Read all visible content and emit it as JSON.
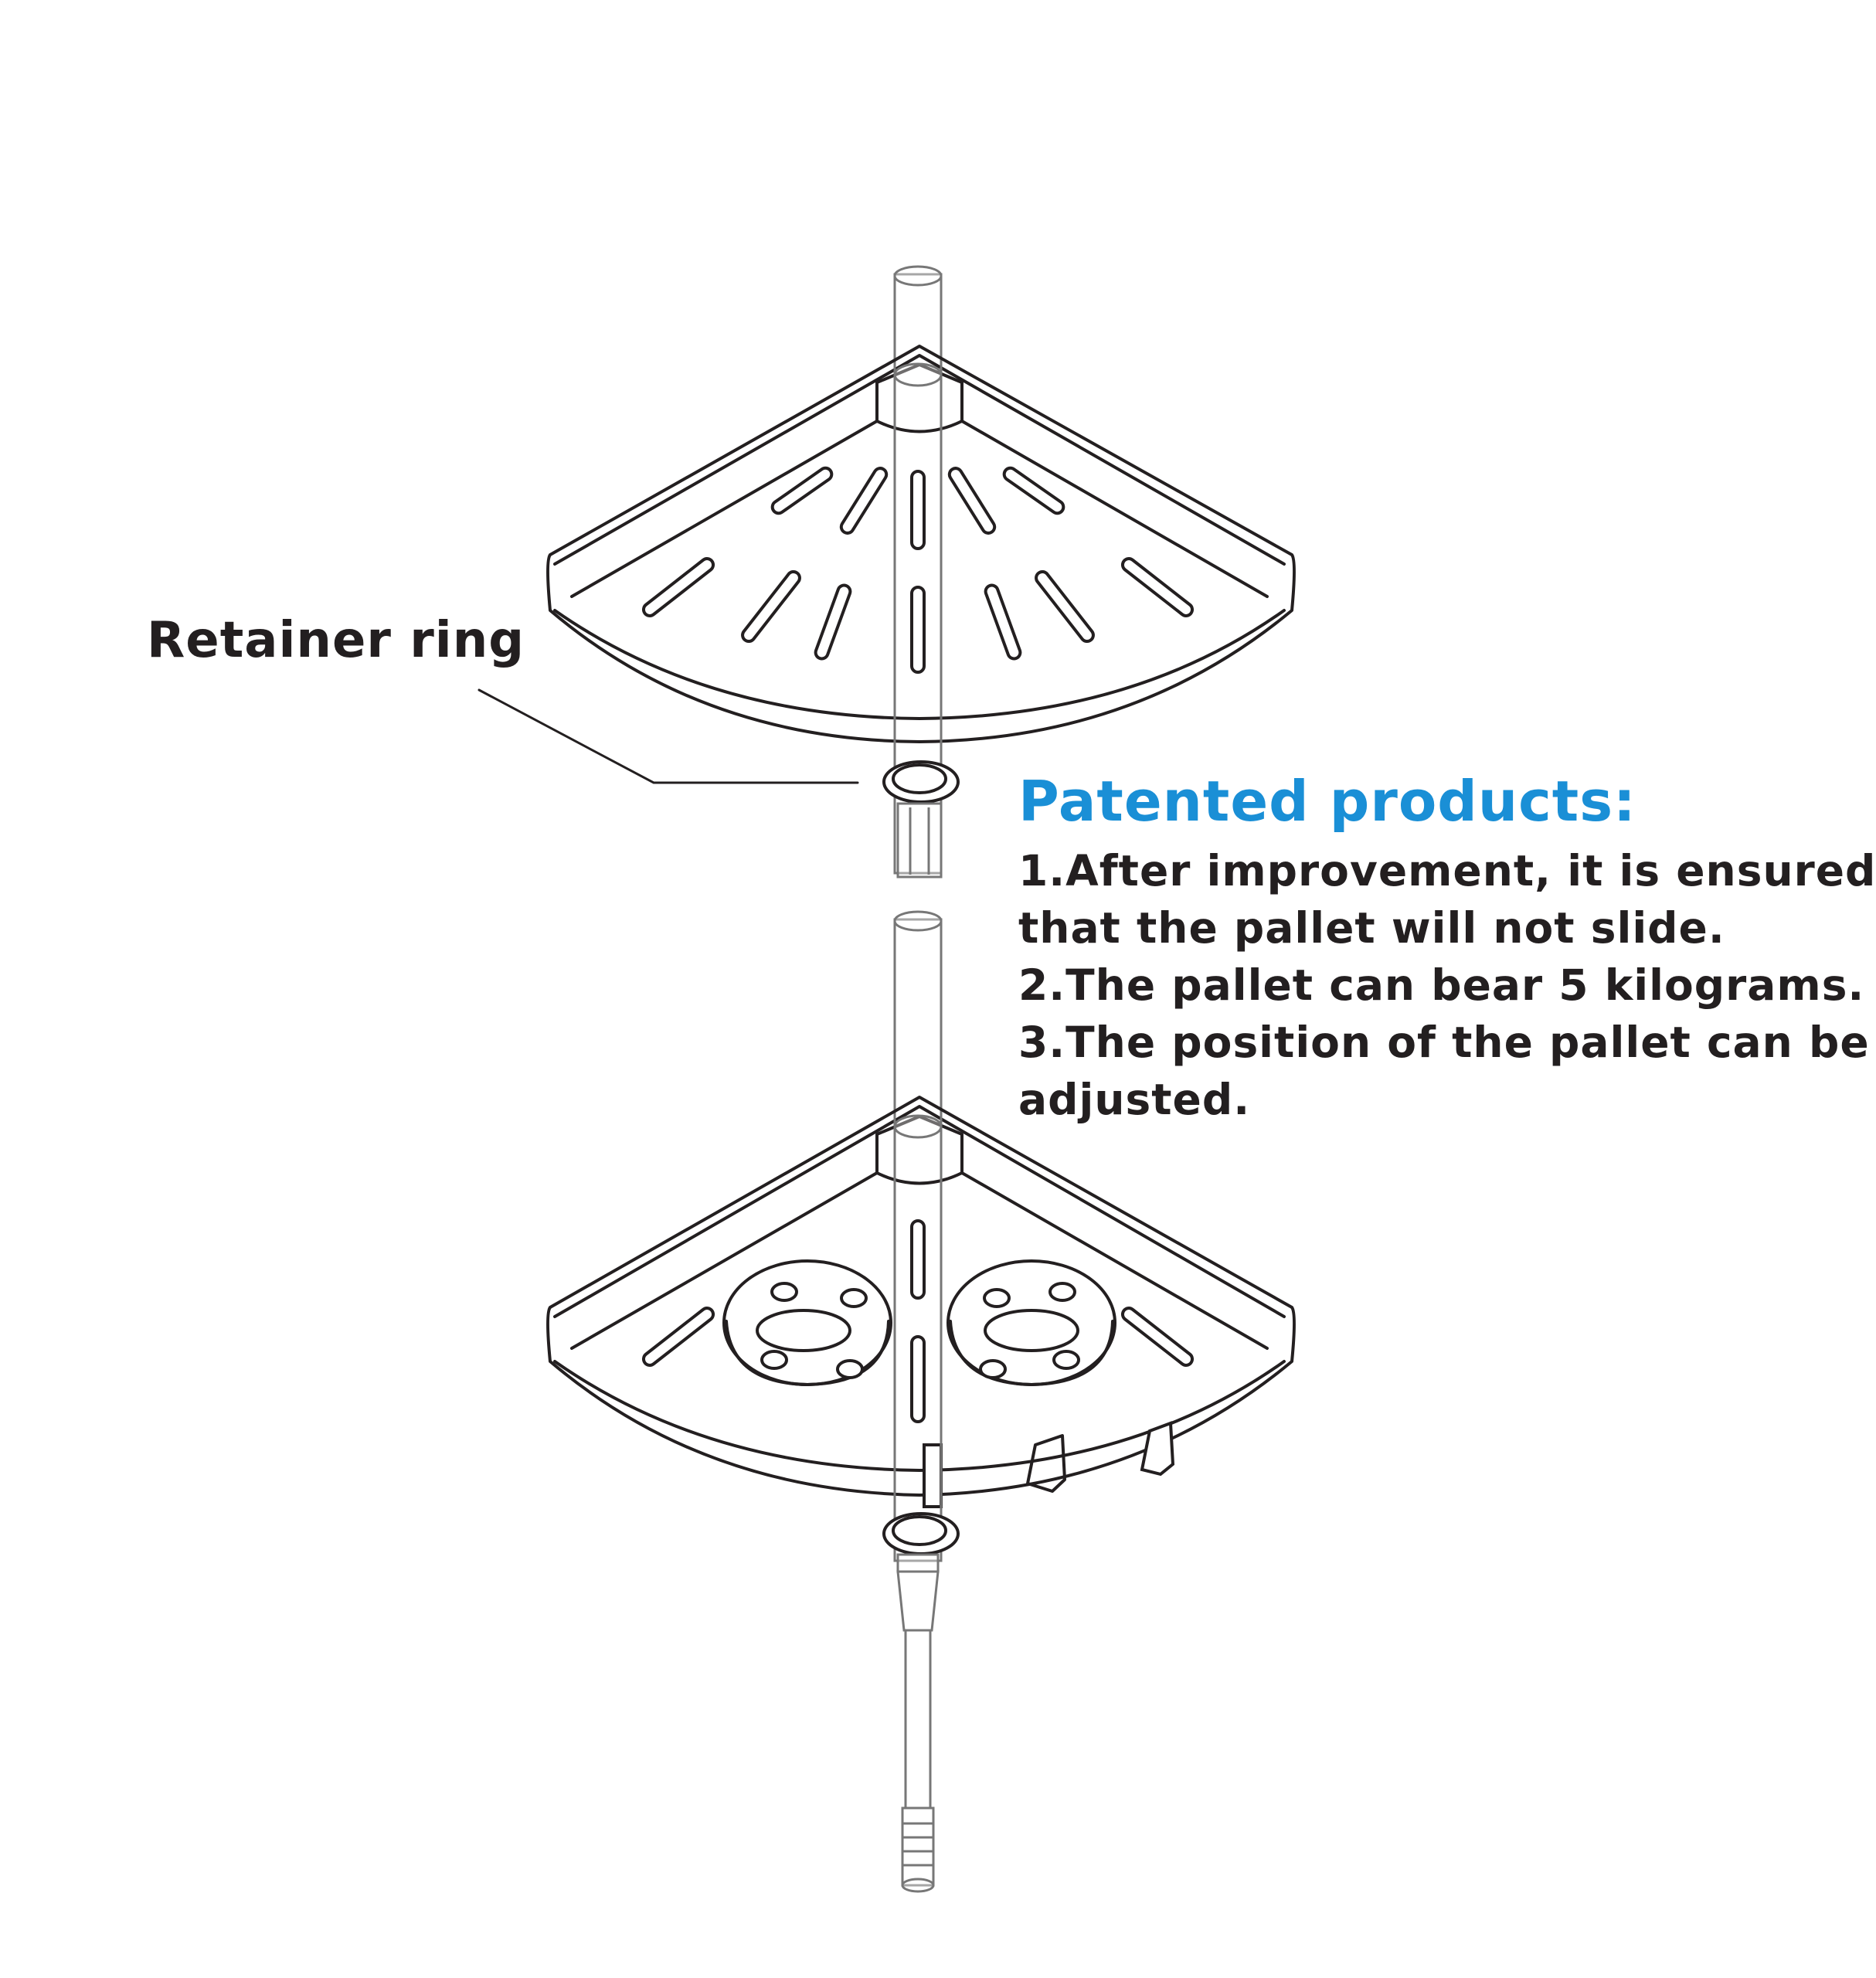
{
  "callout": {
    "label": "Retainer ring"
  },
  "notes": {
    "heading": "Patented products:",
    "lines": [
      "1.After improvement, it is ensured",
      "that the pallet will not slide.",
      "2.The pallet can bear 5 kilograms.",
      "3.The position of the pallet can be",
      "adjusted."
    ]
  },
  "colors": {
    "heading": "#1a8fd6",
    "ink": "#231f20"
  }
}
